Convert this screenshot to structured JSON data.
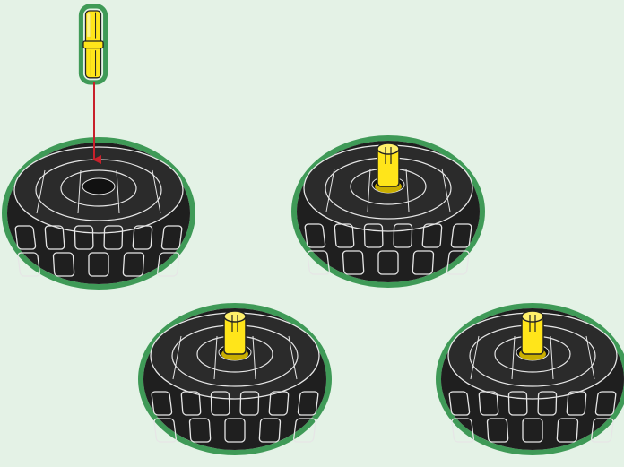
{
  "background_color": "#e4f2e6",
  "colors": {
    "outline_glow": "#3f9a57",
    "tire": "#1f1f1f",
    "tire_line": "#e6e6e6",
    "hub_dark": "#2a2a2a",
    "pin_yellow": "#ffe51a",
    "pin_shadow": "#c9ae00",
    "arrow": "#c8202b"
  },
  "steps": [
    {
      "name": "pin-insert",
      "has_loose_pin": true,
      "pin_inserted": false
    },
    {
      "name": "pin-inserted",
      "has_loose_pin": false,
      "pin_inserted": true
    }
  ],
  "wheels": [
    {
      "name": "wheel-1",
      "pin_inserted": false,
      "has_arrow": true
    },
    {
      "name": "wheel-2",
      "pin_inserted": true,
      "has_arrow": false
    },
    {
      "name": "wheel-3",
      "pin_inserted": true,
      "has_arrow": false
    },
    {
      "name": "wheel-4",
      "pin_inserted": true,
      "has_arrow": false
    }
  ],
  "icons": {
    "wheel": "wheel-icon",
    "pin": "technic-pin-icon",
    "arrow": "arrow-down-icon"
  }
}
